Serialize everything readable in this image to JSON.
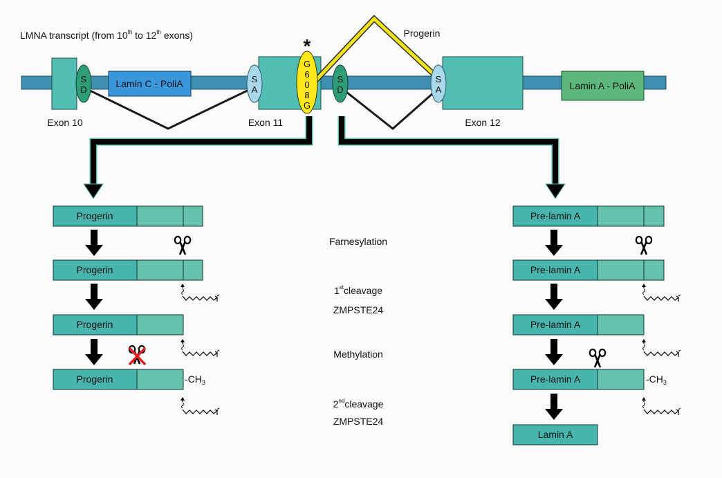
{
  "transcript": {
    "title_prefix": "LMNA transcript (from 10",
    "title_sup1": "th",
    "title_mid": " to 12",
    "title_sup2": "th",
    "title_suffix": " exons)",
    "exon10_label": "Exon 10",
    "exon11_label": "Exon 11",
    "exon12_label": "Exon 12",
    "lamin_c_polia": "Lamin C - PoliA",
    "lamin_a_polia": "Lamin A - PoliA",
    "progerin_splice_label": "Progerin",
    "sd_letters": [
      "S",
      "D"
    ],
    "sa_letters": [
      "S",
      "A"
    ],
    "mutation_letters": [
      "G",
      "6",
      "0",
      "8",
      "G"
    ],
    "mutation_star": "*"
  },
  "steps": {
    "farnesylation": "Farnesylation",
    "cleavage1_num": "1",
    "cleavage1_sup": "st",
    "cleavage1_text": "cleavage",
    "zmpste24_a": "ZMPSTE24",
    "methylation": "Methylation",
    "cleavage2_num": "2",
    "cleavage2_sup": "nd",
    "cleavage2_text": "cleavage",
    "zmpste24_b": "ZMPSTE24"
  },
  "left_pathway": {
    "box_label": "Progerin",
    "methyl_prefix": "-CH",
    "methyl_sub": "3"
  },
  "right_pathway": {
    "box_label": "Pre-lamin A",
    "final_label": "Lamin A",
    "methyl_prefix": "-CH",
    "methyl_sub": "3"
  },
  "colors": {
    "backbone": "#3f8fb3",
    "exon": "#52bdb3",
    "protein_main": "#47b5ad",
    "protein_tail": "#66c2aa",
    "sd_fill": "#2e9e7a",
    "sa_fill": "#a9d8ea",
    "mutation": "#ffe81a",
    "lamin_c_box": "#3b97dc",
    "lamin_a_box": "#5cb87a",
    "progerin_splice": "#f2e21b",
    "arrow": "#000000",
    "blocked_x": "#e02020"
  },
  "icons": [
    "scissors-icon",
    "farnesyl-chain-icon",
    "down-arrow-icon",
    "asterisk-icon"
  ]
}
